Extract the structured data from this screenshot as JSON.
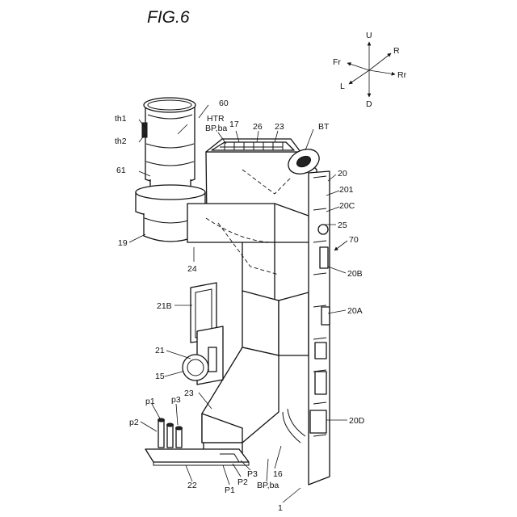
{
  "figure": {
    "title": "FIG.6"
  },
  "directions": {
    "up": "U",
    "down": "D",
    "right": "R",
    "left": "L",
    "front": "Fr",
    "rear": "Rr"
  },
  "labels": {
    "l60": "60",
    "th1": "th1",
    "th2": "th2",
    "htr": "HTR",
    "bpba_top": "BP,ba",
    "l17": "17",
    "l26": "26",
    "l23_top": "23",
    "bt": "BT",
    "l61": "61",
    "l20": "20",
    "l201": "201",
    "l20c": "20C",
    "l25": "25",
    "l19": "19",
    "l70": "70",
    "l24": "24",
    "l20b": "20B",
    "l21b": "21B",
    "l20a": "20A",
    "l21": "21",
    "l15": "15",
    "l23_bottom": "23",
    "p1": "p1",
    "p3": "p3",
    "p2": "p2",
    "l20d": "20D",
    "l16": "16",
    "cap_p3": "P3",
    "cap_p2": "P2",
    "cap_p1": "P1",
    "l22": "22",
    "bpba_bottom": "BP,ba",
    "l1": "1"
  }
}
